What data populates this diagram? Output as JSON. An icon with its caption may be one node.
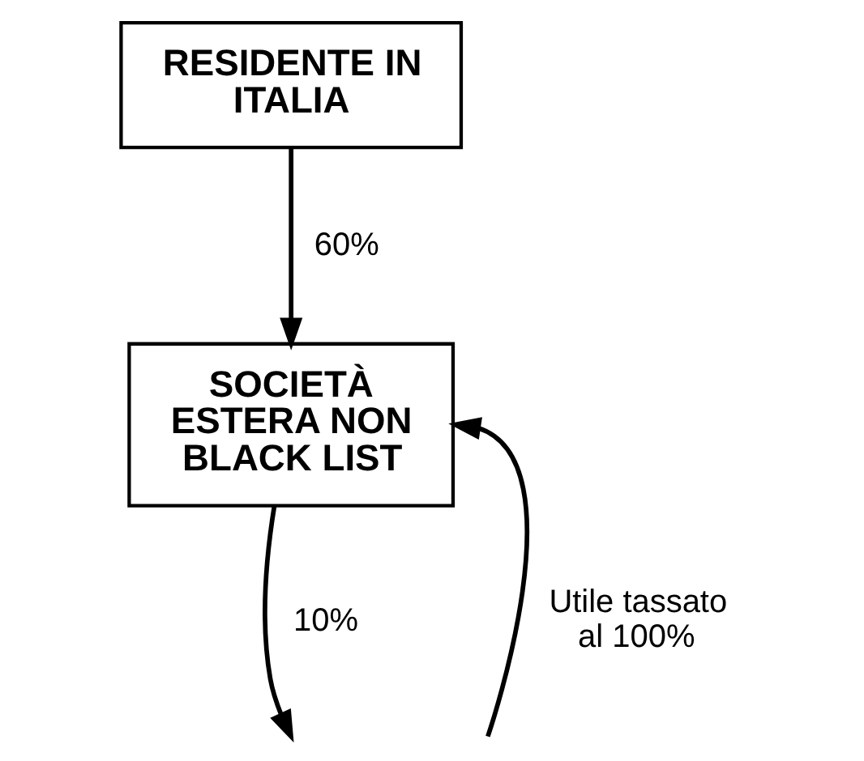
{
  "diagram": {
    "nodes": [
      {
        "text": [
          "RESIDENTE IN ITALIA"
        ]
      },
      {
        "text": [
          "SOCIETÀ ESTERA NON BLACK LIST"
        ]
      }
    ],
    "edges": [
      {
        "from": 0,
        "to": 1,
        "arrow": "to",
        "label": "60%"
      },
      {
        "from": null,
        "to": 1,
        "arrow": "to",
        "label": "Utile tassato al 100%"
      },
      {
        "from": 1,
        "to": null,
        "arrow": "to",
        "label": "10%"
      }
    ]
  }
}
